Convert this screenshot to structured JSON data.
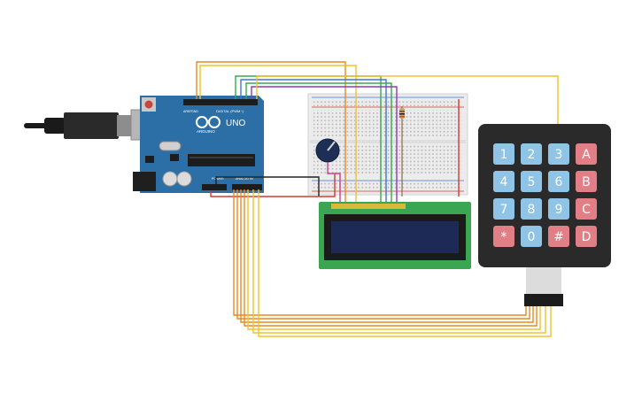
{
  "arduino": {
    "logo_text": "ARDUINO",
    "model": "UNO",
    "digital_label": "DIGITAL (PWM~)",
    "power_label": "POWER",
    "analog_label": "ANALOG IN",
    "aref_label": "AREF",
    "gnd_label": "GND",
    "colors": {
      "board": "#2b6fa6",
      "header": "#1c1c1c"
    }
  },
  "keypad": {
    "rows": [
      [
        {
          "label": "1",
          "type": "num"
        },
        {
          "label": "2",
          "type": "num"
        },
        {
          "label": "3",
          "type": "num"
        },
        {
          "label": "A",
          "type": "letter"
        }
      ],
      [
        {
          "label": "4",
          "type": "num"
        },
        {
          "label": "5",
          "type": "num"
        },
        {
          "label": "6",
          "type": "num"
        },
        {
          "label": "B",
          "type": "letter"
        }
      ],
      [
        {
          "label": "7",
          "type": "num"
        },
        {
          "label": "8",
          "type": "num"
        },
        {
          "label": "9",
          "type": "num"
        },
        {
          "label": "C",
          "type": "letter"
        }
      ],
      [
        {
          "label": "*",
          "type": "letter"
        },
        {
          "label": "0",
          "type": "num"
        },
        {
          "label": "#",
          "type": "letter"
        },
        {
          "label": "D",
          "type": "letter"
        }
      ]
    ],
    "colors": {
      "num_key": "#8fc4e6",
      "letter_key": "#e27f86",
      "body": "#2a2a2a"
    }
  },
  "lcd": {
    "colors": {
      "pcb": "#3aa652",
      "screen": "#1c2a55"
    }
  },
  "wire_colors": {
    "orange": "#e9891c",
    "yellow": "#f2c12e",
    "green": "#3aa652",
    "blue": "#3a78d8",
    "purple": "#8d3ab5",
    "red": "#d23a30",
    "black": "#222222",
    "magenta": "#c9408f"
  }
}
